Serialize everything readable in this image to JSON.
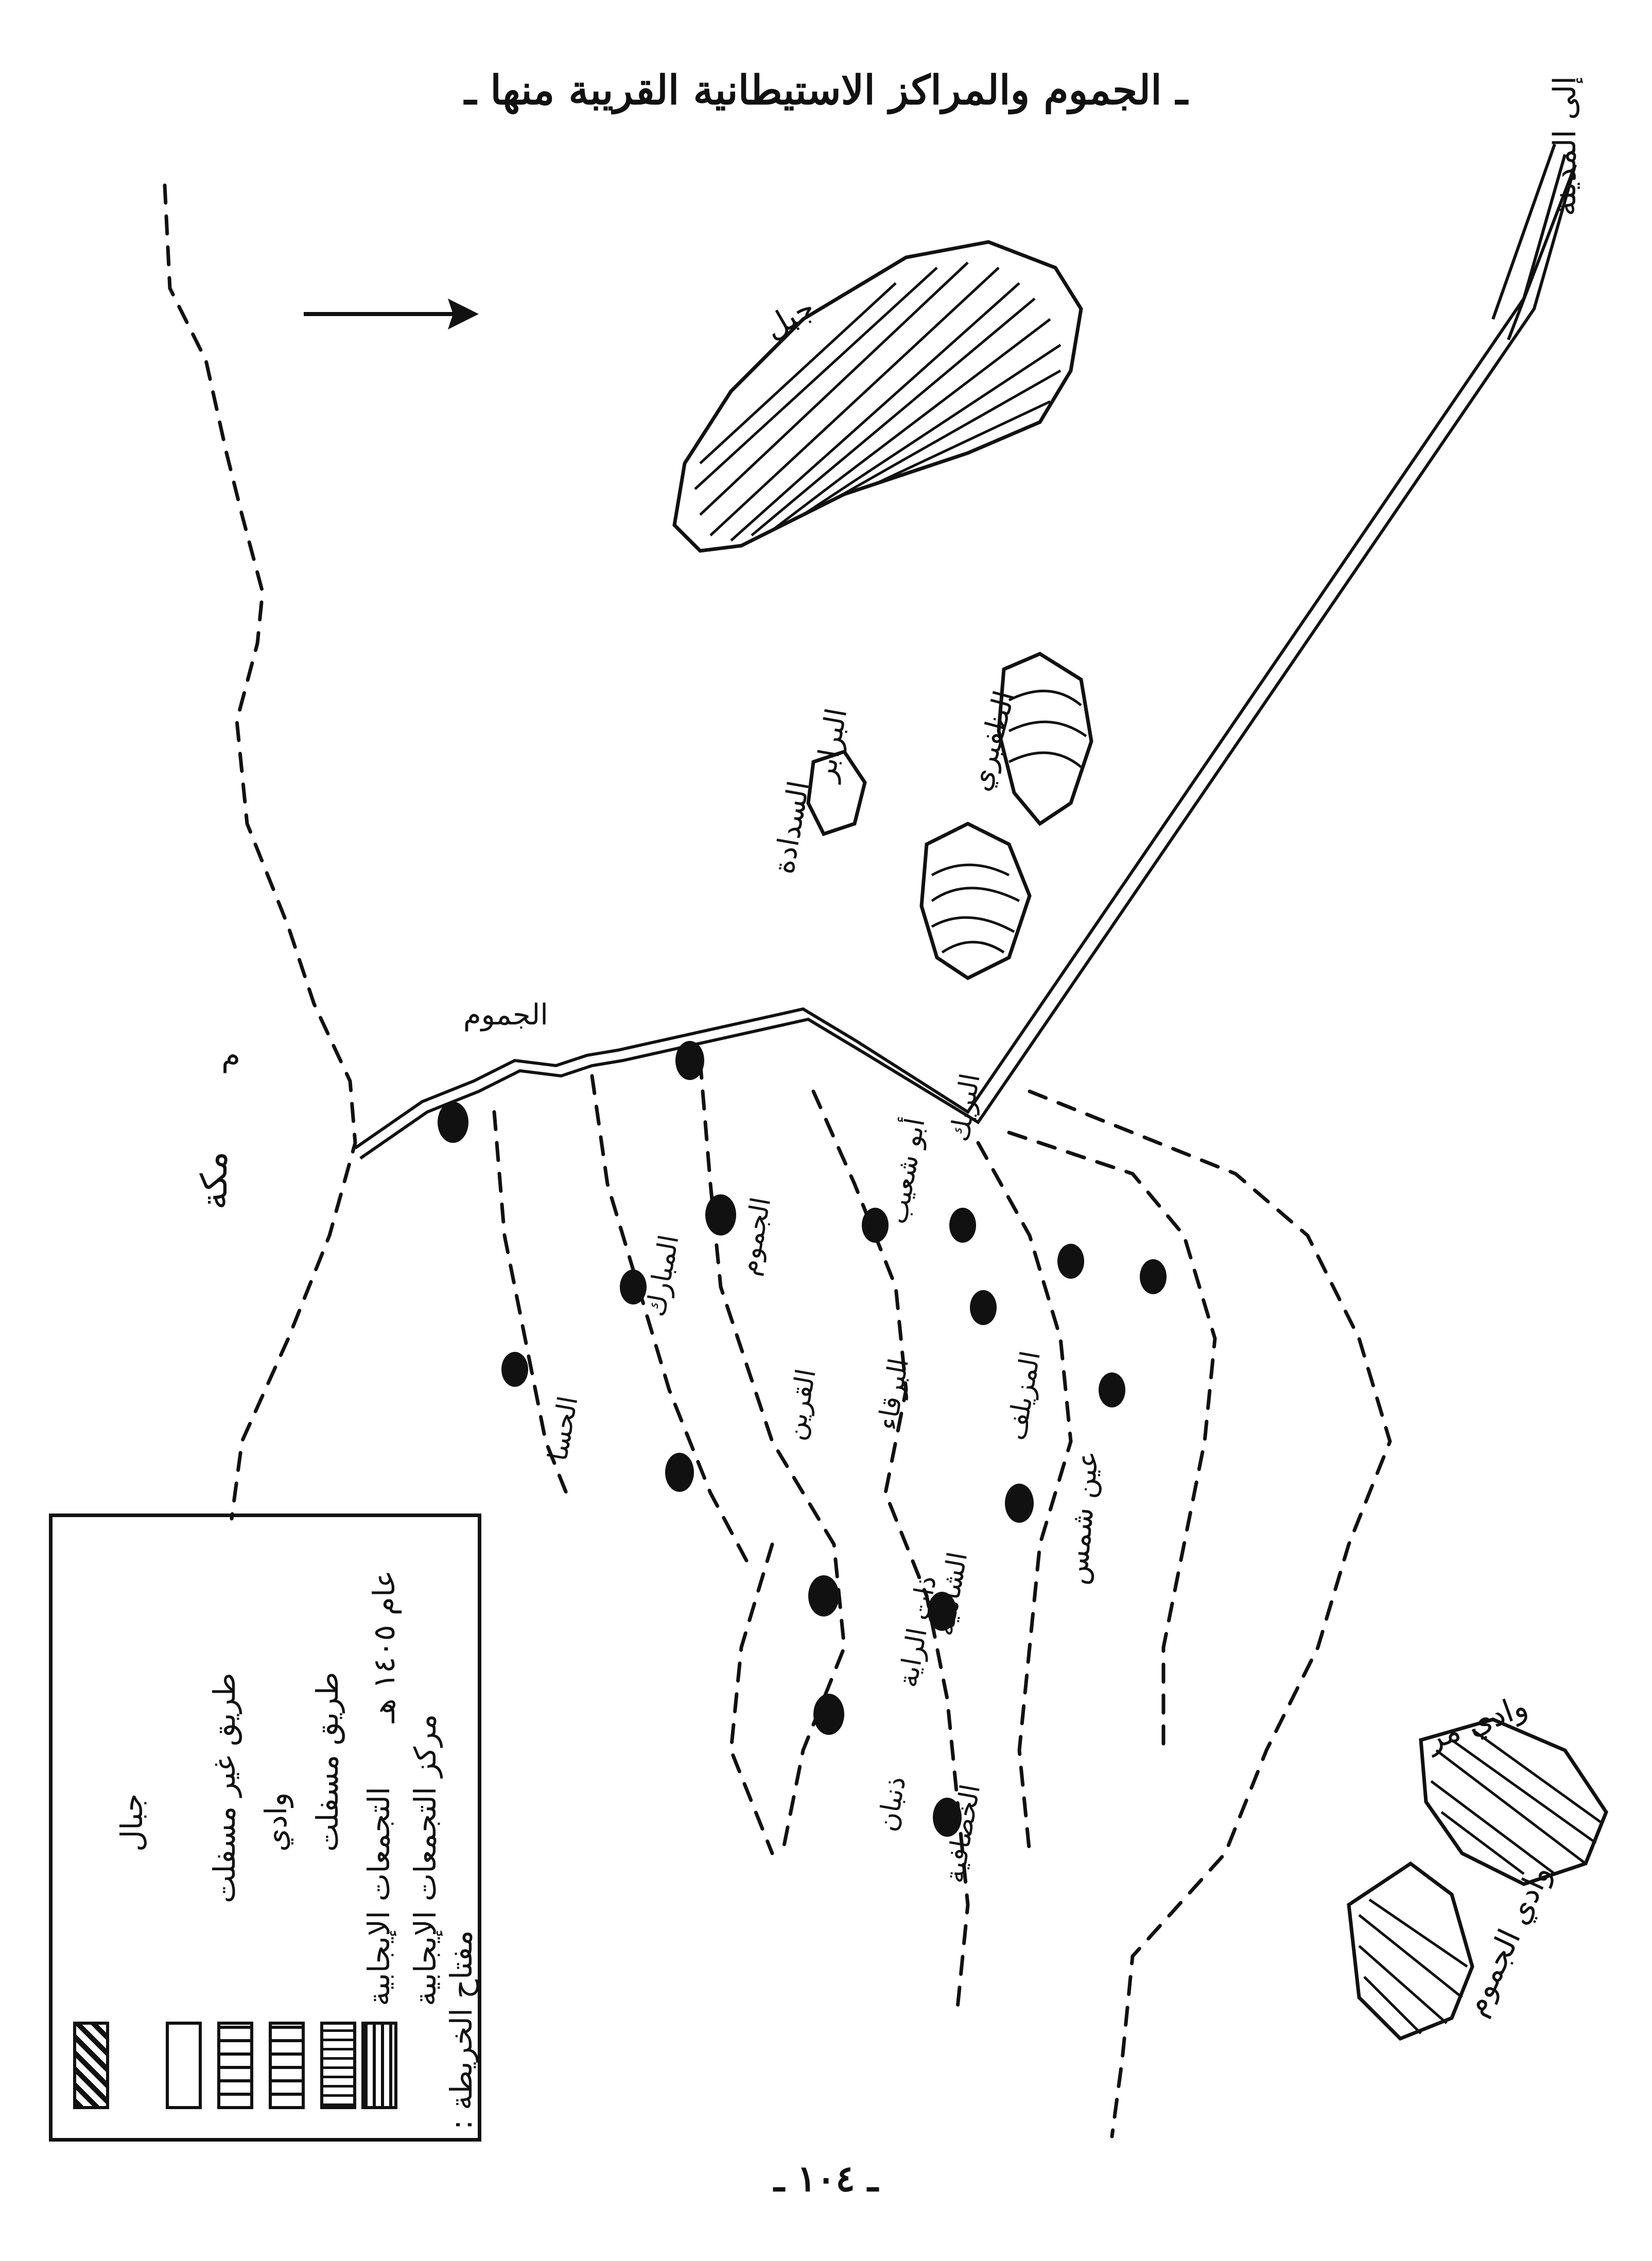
{
  "page_title": "ـ الجموم والمراكز الاستيطانية القريبة منها ـ",
  "page_number": "ـ ١٠٤ ـ",
  "map_labels": {
    "makkah": "مكة",
    "to_north": "م",
    "top_right_road": "إلى المدينة",
    "mountain_top": "جبل",
    "wadi_mirr_right": "وادي مر",
    "wadi_jamum": "وادي الجموم",
    "ain_shams": "عين شمس",
    "central_upper": "الجموم",
    "al_saddara": "السدادة",
    "al_barabir": "البرابر",
    "al_dhafiri": "الظفيري",
    "al_hasa": "الحسا",
    "al_mubarak": "المبارك",
    "al_jamum_c": "الجموم",
    "abu_shuaib": "أبو شعيب",
    "al_qurayn": "القرين",
    "al_muzaylif": "المزيلف",
    "al_barqa": "البرقاء",
    "al_khasafiyya": "الخصافية",
    "dhat_al_rayah": "ذات الراية",
    "dhanban": "ذنبان",
    "al_burayk": "البريك",
    "al_shamiyya": "الشامية"
  },
  "legend": {
    "heading": "مفتاح الخريطة :",
    "items": [
      {
        "label": "مركز التجمعات الإيجابية"
      },
      {
        "label": "التجمعات الإيجابية"
      },
      {
        "label": "طريق مسفلت"
      },
      {
        "label": "وادي"
      },
      {
        "label": "طريق غير مسفلت"
      },
      {
        "label": "جبال"
      }
    ],
    "scale": "عام ١٤٠٥ هـ"
  }
}
